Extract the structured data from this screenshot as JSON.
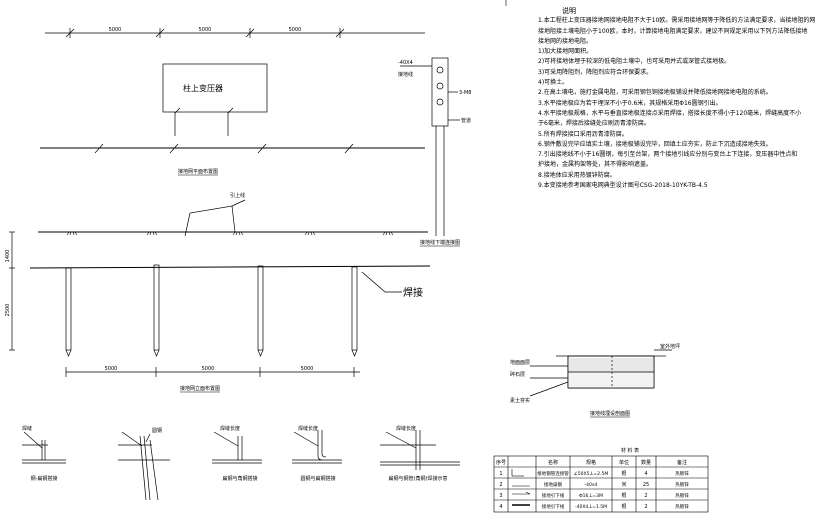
{
  "notes": {
    "title": "说明",
    "lines": [
      "1.本工程柱上变压器接地网接地电阻不大于10欧。需采用接地网等于降低的方法满足要求，当接地阻的网",
      "接地阻接土壤电阻小于100欧，本时，计算接地电阻满足要求，建议不同规定采用以下列方法降低接地",
      "接地网的接地电阻。",
      "1)加大接地网面积。",
      "2)可将接地体埋于较深的低电阻土壤中，也可采用并式或深管式接地极。",
      "3)可采用降阻剂，降阻剂应符合环保要求。",
      "4)可换土。",
      "2.在高土壤电，施打金属电阻，可采用钢包铜接地极铺设并降低接地网接地电阻的系统。",
      "3.水平接地极应为若干埋深不小于0.6米，其规格采用Φ16圆钢引出。",
      "4.水平接地极规格，水平与垂直接地极连接点采用焊接，搭接长度不得小于120毫米，焊缝高度不小",
      "于6毫米，焊接后接缝处应刷沥青漆防腐。",
      "5.所有焊接接口采用沥青漆防腐。",
      "6.钢件敷设完毕应填实土壤，接地极铺设完毕，回填土应夯实，防止下沉造成接地失效。",
      "7.引出接地线不小于16圆钢，每引至台架，两个接地引线应分别与变台上下连接，变压器中性点和",
      "护接地，金属构架等处，其不得影响遮盖。",
      "8.接地体应采用热镀锌防腐。",
      "9.本变接地参考国家电网典型设计图号CSG-2018-10YK-TB-4.5"
    ]
  },
  "plan_view": {
    "dim_labels": [
      "5000",
      "5000",
      "5000"
    ],
    "transformer_label": "柱上变压器",
    "caption": "接地网平面布置图"
  },
  "elevation_view": {
    "dim_labels": [
      "5000",
      "5000",
      "5000"
    ],
    "lead_label": "引上线",
    "weld_label": "焊接",
    "left_dim_top": "1400",
    "left_dim_main": "2500",
    "caption": "接地网立面布置图"
  },
  "terminal_detail": {
    "bolt_label": "-40X4",
    "ground_label": "接地线",
    "seal_label": "3-M8",
    "body_label": "管道",
    "caption": "接地线下端连接图"
  },
  "section_detail": {
    "top_label": "室外地坪",
    "layer1_label": "地面面层",
    "layer2_label": "碎石层",
    "layer3_label": "素土夯实",
    "caption": "接地线埋设剖面图"
  },
  "weld_details": [
    {
      "callout": "焊缝",
      "caption": "钢-扁钢搭接"
    },
    {
      "callout": "圆钢",
      "caption": "圆钢-角钢搭接"
    },
    {
      "callout": "焊缝长度",
      "caption": "扁钢与角钢搭接"
    },
    {
      "callout": "焊缝长度",
      "caption": "圆钢与扁钢搭接"
    },
    {
      "callout": "焊缝长度",
      "caption": "扁钢与钢管(角钢)焊接示意"
    }
  ],
  "material_table": {
    "title": "材 料 表",
    "headers": [
      "序号",
      "",
      "名称",
      "规格",
      "单位",
      "数量",
      "备注"
    ],
    "rows": [
      [
        "1",
        "",
        "接地钢管连接管",
        "∠50X5,L=2.5M",
        "根",
        "4",
        "热镀锌"
      ],
      [
        "2",
        "",
        "接地扁钢",
        "-40x4",
        "米",
        "25",
        "热镀锌"
      ],
      [
        "3",
        "",
        "接地引下线",
        "Φ16,L=3M",
        "根",
        "2",
        "热镀锌"
      ],
      [
        "4",
        "",
        "接地引下线",
        "-40X4,L=1.5M",
        "根",
        "2",
        "热镀锌"
      ]
    ]
  }
}
